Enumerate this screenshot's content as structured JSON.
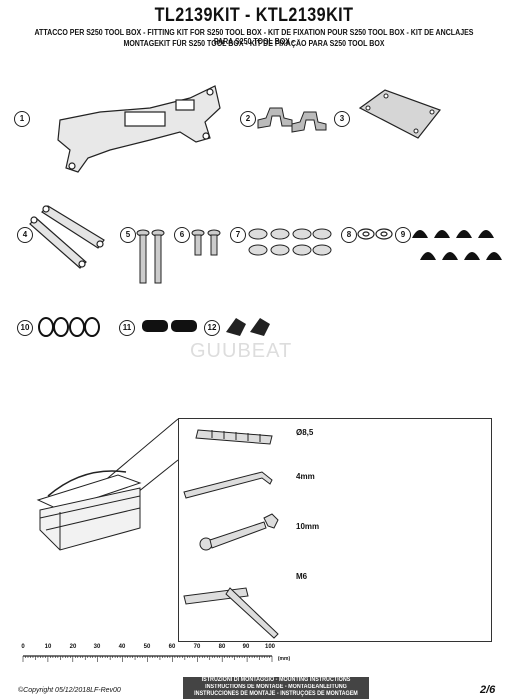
{
  "header": {
    "title": "TL2139KIT - KTL2139KIT",
    "subtitle1": "ATTACCO  PER S250 TOOL BOX - FITTING KIT FOR S250 TOOL BOX - KIT DE FIXATION POUR S250 TOOL BOX - KIT DE ANCLAJES PARA S250 TOOL BOX -",
    "subtitle2": "MONTAGEKIT FÜR S250 TOOL BOX - KIT DE FIXAÇÃO PARA S250 TOOL BOX"
  },
  "parts": [
    "1",
    "2",
    "3",
    "4",
    "5",
    "6",
    "7",
    "8",
    "9",
    "10",
    "11",
    "12"
  ],
  "watermark": "GUUBEAT",
  "tools": {
    "hex_key_set": "Ø8,5",
    "allen_key": "4mm",
    "wrench": "10mm",
    "tap": "M6"
  },
  "ruler": {
    "ticks": [
      "0",
      "10",
      "20",
      "30",
      "40",
      "50",
      "60",
      "70",
      "80",
      "90",
      "100"
    ],
    "unit": "(mm)"
  },
  "footer": {
    "line1": "ISTRUZIONI DI MONTAGGIO  -  MOUNTING INSTRUCTIONS",
    "line2": "INSTRUCTIONS DE MONTAGE - MONTAGEANLEITUNG",
    "line3": "INSTRUCCIONES DE MONTAJE - INSTRUÇÕES DE MONTAGEM",
    "copyright": "©Copyright 05/12/2018LF-Rev00",
    "page": "2/6"
  }
}
